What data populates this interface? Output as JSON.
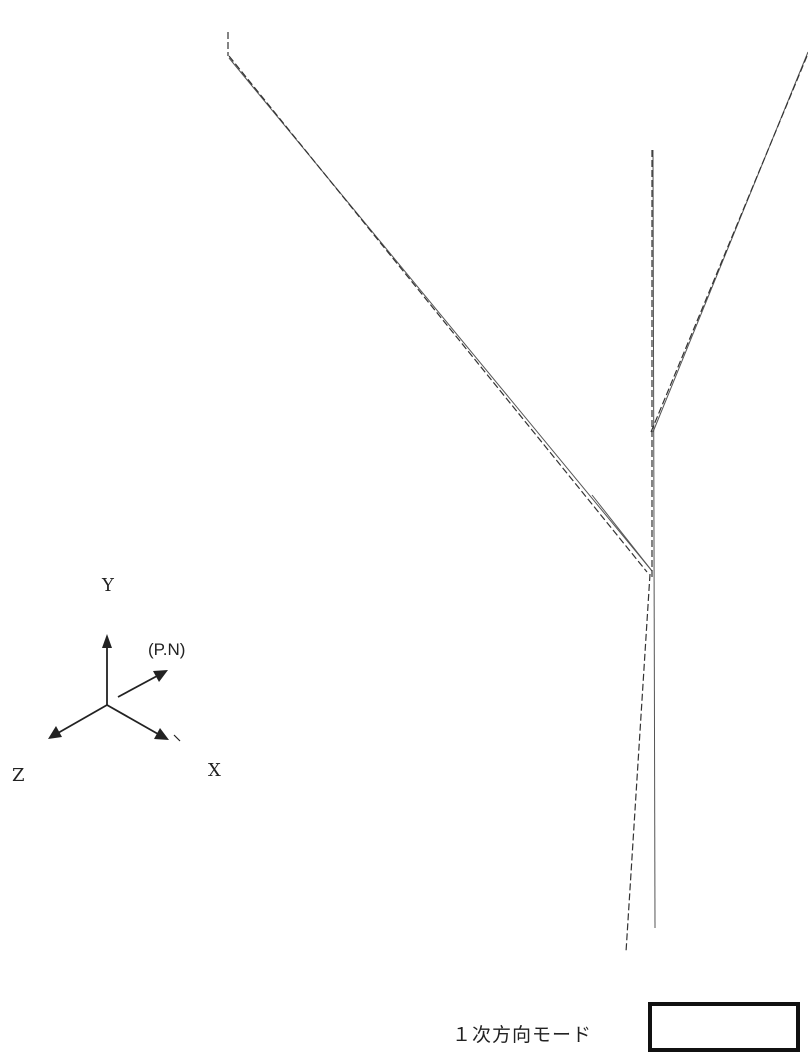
{
  "axes_triad": {
    "y_label": "Y",
    "x_label": "X",
    "z_label": "Z",
    "pn_label": "(P.N)"
  },
  "caption": {
    "text": "１次方向モード"
  },
  "colors": {
    "line": "#333333",
    "box_border": "#111111"
  }
}
